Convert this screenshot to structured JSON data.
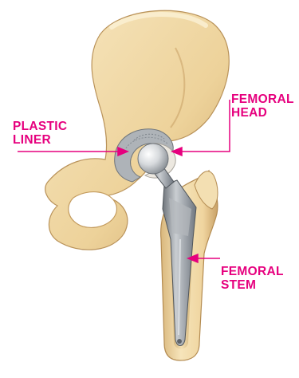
{
  "labels": {
    "plastic_liner": "PLASTIC\nLINER",
    "femoral_head": "FEMORAL\nHEAD",
    "femoral_stem": "FEMORAL\nSTEM"
  },
  "colors": {
    "label": "#e6007e",
    "bone": "#f0d6a0",
    "bone_shadow": "#c9a66b",
    "metal": "#9ea3a8",
    "liner": "#e9e6df"
  },
  "illustration": "hip-replacement-implant"
}
